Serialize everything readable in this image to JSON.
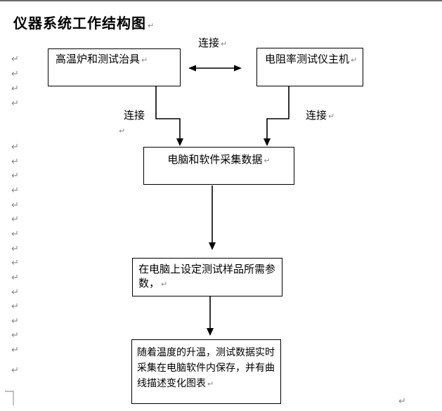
{
  "page": {
    "title": "仪器系统工作结构图",
    "paragraph_mark": "↵"
  },
  "flowchart": {
    "box_furnace": "高温炉和测试治具",
    "box_resistivity": "电阻率测试仪主机",
    "box_computer": "电脑和软件采集数据",
    "box_params": "在电脑上设定测试样品所需参数，",
    "box_result": "随着温度的升温，测试数据实时采集在电脑软件内保存，并有曲线描述变化图表",
    "label_connect_top": "连接",
    "label_connect_left": "连接",
    "label_connect_right": "连接"
  }
}
